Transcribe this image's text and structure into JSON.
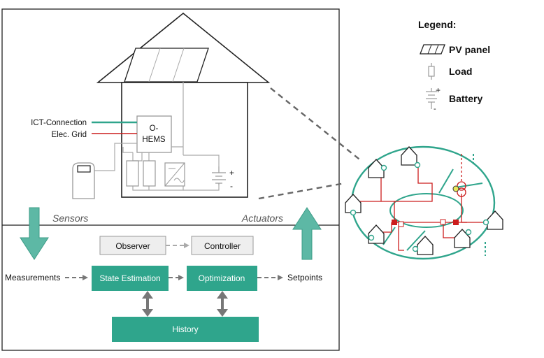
{
  "house": {
    "ict_label": "ICT-Connection",
    "grid_label": "Elec. Grid",
    "ohems_line1": "O-",
    "ohems_line2": "HEMS",
    "battery_plus": "+",
    "battery_minus": "-"
  },
  "flow": {
    "sensors": "Sensors",
    "actuators": "Actuators",
    "observer": "Observer",
    "controller": "Controller",
    "measurements": "Measurements",
    "state_estimation": "State Estimation",
    "optimization": "Optimization",
    "setpoints": "Setpoints",
    "history": "History"
  },
  "legend": {
    "title": "Legend:",
    "items": [
      {
        "icon": "pv-panel-icon",
        "label": "PV panel"
      },
      {
        "icon": "load-icon",
        "label": "Load"
      },
      {
        "icon": "battery-icon",
        "label": "Battery"
      }
    ],
    "battery_plus": "+",
    "battery_minus": "-"
  },
  "colors": {
    "teal": "#2fa58c",
    "red": "#cc1d1d",
    "gray": "#9a9a9a",
    "box_gray": "#eeeeee"
  }
}
